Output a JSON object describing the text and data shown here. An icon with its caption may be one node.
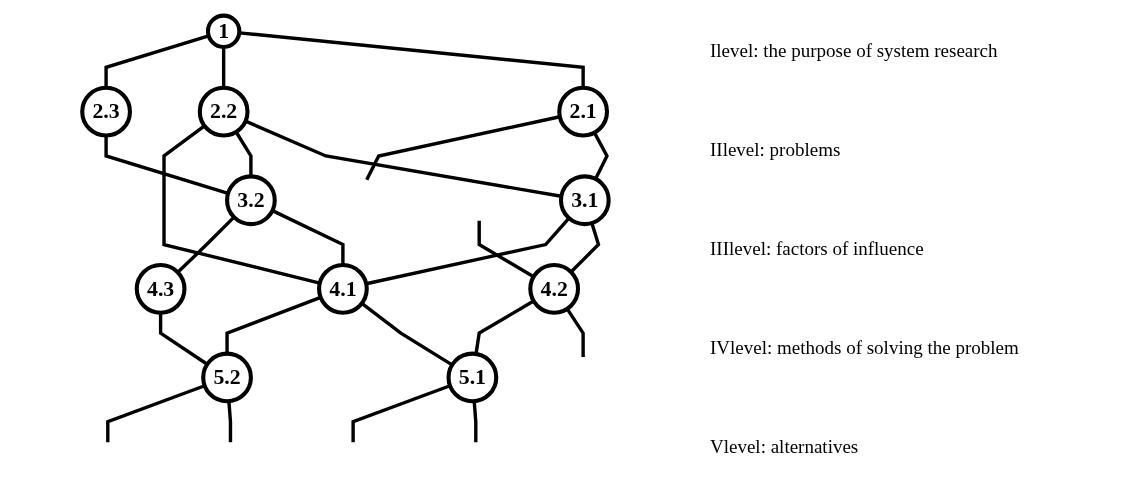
{
  "diagram": {
    "nodes": [
      {
        "text": [
          "1"
        ]
      },
      {
        "text": [
          "2.1"
        ]
      },
      {
        "text": [
          "2.2"
        ]
      },
      {
        "text": [
          "2.3"
        ]
      },
      {
        "text": [
          "3.1"
        ]
      },
      {
        "text": [
          "3.2"
        ]
      },
      {
        "text": [
          "4.2"
        ]
      },
      {
        "text": [
          "4.1"
        ]
      },
      {
        "text": [
          "4.3"
        ]
      },
      {
        "text": [
          "5.1"
        ]
      },
      {
        "text": [
          "5.2"
        ]
      }
    ],
    "edges": [
      {
        "from": 0,
        "to": 1,
        "arrow": "none"
      },
      {
        "from": 0,
        "to": 2,
        "arrow": "none"
      },
      {
        "from": 0,
        "to": 3,
        "arrow": "none"
      },
      {
        "from": 1,
        "to": 4,
        "arrow": "none"
      },
      {
        "from": 1,
        "to": null,
        "arrow": "none"
      },
      {
        "from": 2,
        "to": 4,
        "arrow": "none"
      },
      {
        "from": 2,
        "to": 5,
        "arrow": "none"
      },
      {
        "from": 2,
        "to": 7,
        "arrow": "none"
      },
      {
        "from": 3,
        "to": 5,
        "arrow": "none"
      },
      {
        "from": 4,
        "to": 6,
        "arrow": "none"
      },
      {
        "from": 4,
        "to": 7,
        "arrow": "none"
      },
      {
        "from": 5,
        "to": 7,
        "arrow": "none"
      },
      {
        "from": 5,
        "to": 8,
        "arrow": "none"
      },
      {
        "from": null,
        "to": 6,
        "arrow": "none"
      },
      {
        "from": 6,
        "to": null,
        "arrow": "none"
      },
      {
        "from": 6,
        "to": 9,
        "arrow": "none"
      },
      {
        "from": 7,
        "to": 9,
        "arrow": "none"
      },
      {
        "from": 7,
        "to": 10,
        "arrow": "none"
      },
      {
        "from": 8,
        "to": 10,
        "arrow": "none"
      },
      {
        "from": 9,
        "to": null,
        "arrow": "none"
      },
      {
        "from": 9,
        "to": null,
        "arrow": "none"
      },
      {
        "from": 10,
        "to": null,
        "arrow": "none"
      },
      {
        "from": 10,
        "to": null,
        "arrow": "none"
      }
    ],
    "labels": [
      "Ilevel: the purpose of system research",
      "IIlevel: problems",
      "IIIlevel: factors of influence",
      "IVlevel: methods of solving the problem",
      "Vlevel: alternatives"
    ]
  }
}
